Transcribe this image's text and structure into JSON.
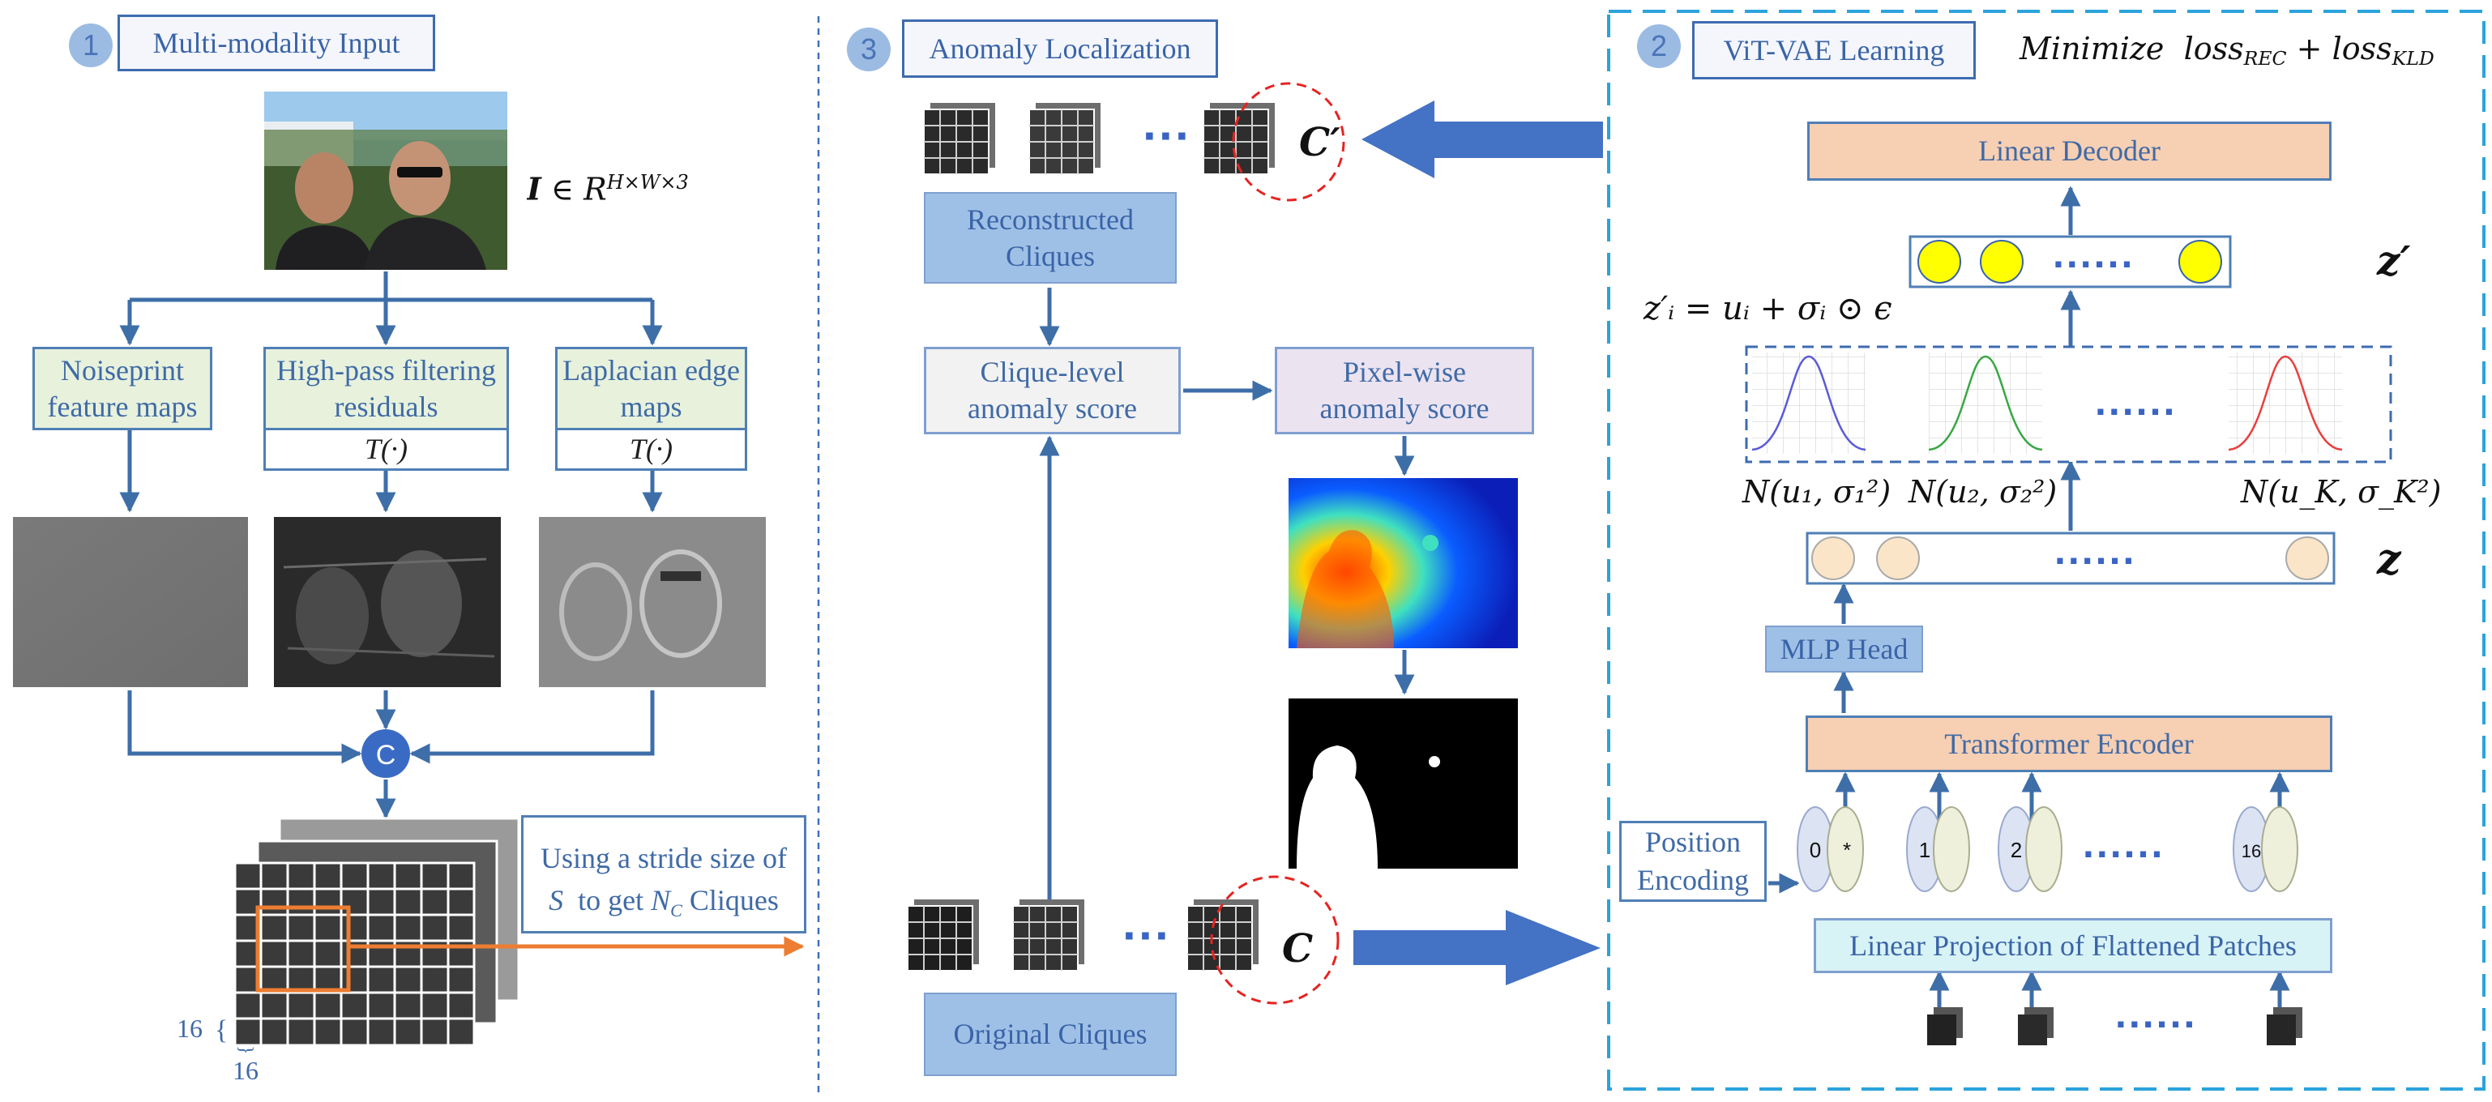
{
  "sections": {
    "input": {
      "number": "1",
      "title": "Multi-modality Input"
    },
    "localization": {
      "number": "3",
      "title": "Anomaly Localization"
    },
    "vitvae": {
      "number": "2",
      "title": "ViT-VAE Learning"
    }
  },
  "input_formula": {
    "symbol": "I",
    "in": " ∈ ",
    "space": "R",
    "sup": "H×W×3"
  },
  "branches": {
    "noiseprint": "Noiseprint feature maps",
    "highpass": "High-pass filtering residuals",
    "laplacian": "Laplacian edge maps",
    "transform": "T(·)"
  },
  "concat_symbol": "C",
  "stride_note": {
    "prefix": "Using a stride size of",
    "S": "S",
    "mid": "to get",
    "N": "N",
    "Nsub": "C",
    "suffix": "Cliques"
  },
  "patch_size": {
    "h": "16",
    "w": "16"
  },
  "localization_labels": {
    "reconstructed": "Reconstructed Cliques",
    "clique_score": "Clique-level anomaly score",
    "pixel_score": "Pixel-wise anomaly score",
    "original": "Original Cliques",
    "c_prime": "C′",
    "c": "C",
    "ellipsis": "⋯"
  },
  "vitvae_labels": {
    "objective": {
      "prefix": "Minimize",
      "loss1": "loss",
      "sub1": "REC",
      "plus": "+",
      "loss2": "loss",
      "sub2": "KLD"
    },
    "decoder": "Linear Decoder",
    "z_prime": "z′",
    "z": "z",
    "reparam": "z′ᵢ = uᵢ + σᵢ ⊙ ϵ",
    "dist1": "N(u₁, σ₁²)",
    "dist2": "N(u₂, σ₂²)",
    "distK": "N(u_K, σ_K²)",
    "mlp": "MLP Head",
    "encoder": "Transformer Encoder",
    "position": "Position Encoding",
    "projection": "Linear Projection of Flattened Patches",
    "tokens": [
      "0",
      "*",
      "1",
      "2",
      "16"
    ],
    "dots": "......"
  },
  "colors": {
    "arrow": "#3e6ea8",
    "big_arrow": "#4472c4",
    "dashed_border": "#2ba3dc",
    "red_dashed": "#e52421",
    "orange": "#ed7d31",
    "yellow": "#ffff00",
    "peach_circle": "#fbe5c8",
    "gauss_blue": "#5b5bd6",
    "gauss_green": "#39a845",
    "gauss_red": "#e84040"
  }
}
